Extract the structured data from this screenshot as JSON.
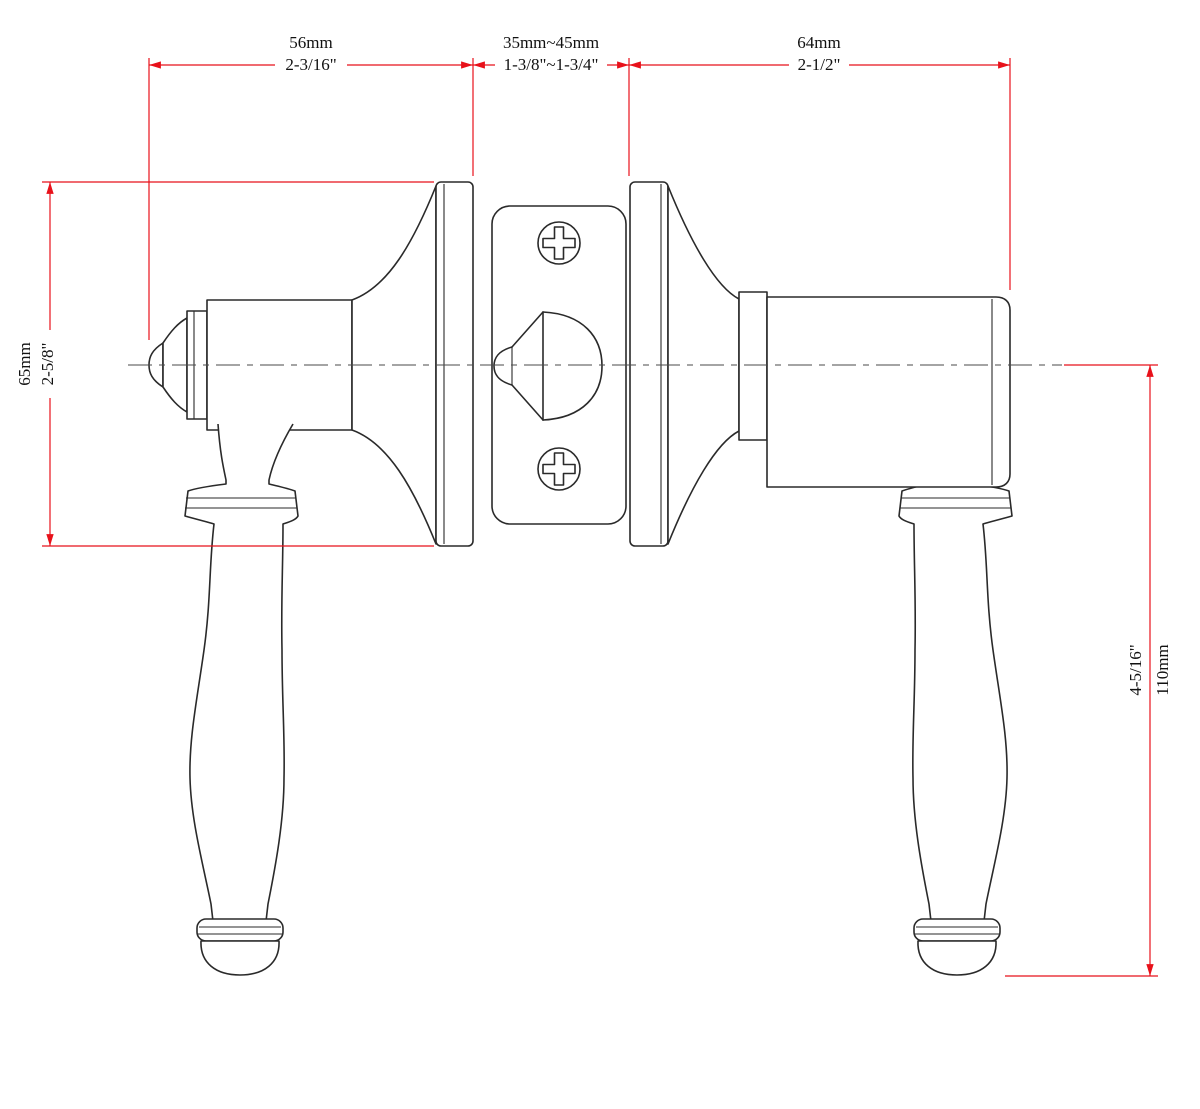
{
  "diagram": {
    "colors": {
      "outline": "#2a2a2a",
      "dimension_line": "#e8111a",
      "text": "#111111",
      "background": "#ffffff"
    },
    "dimensions": {
      "top_left": {
        "metric": "56mm",
        "imperial": "2-3/16\""
      },
      "top_center": {
        "metric": "35mm~45mm",
        "imperial": "1-3/8\"~1-3/4\""
      },
      "top_right": {
        "metric": "64mm",
        "imperial": "2-1/2\""
      },
      "left_height": {
        "metric": "65mm",
        "imperial": "2-5/8\""
      },
      "right_drop": {
        "metric": "110mm",
        "imperial": "4-5/16\""
      }
    }
  }
}
